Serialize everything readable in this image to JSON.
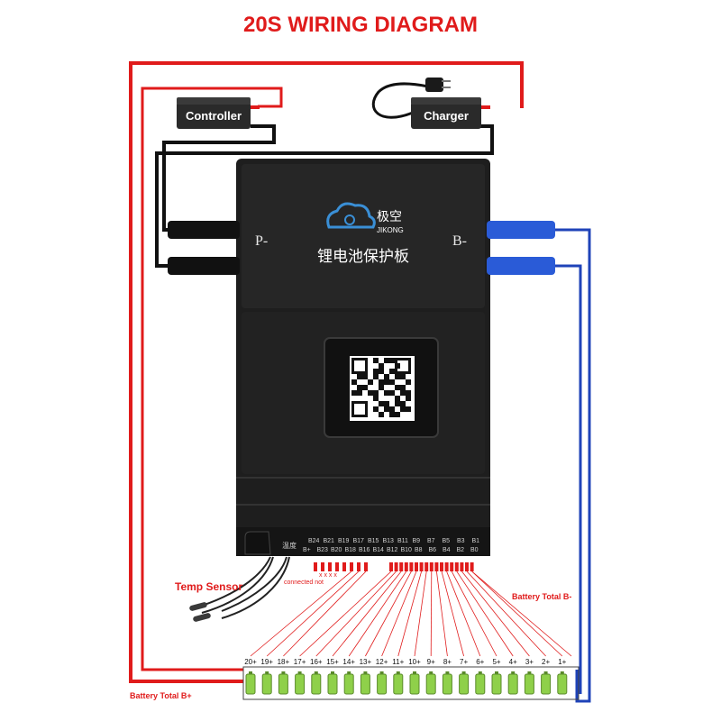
{
  "title": "20S WIRING DIAGRAM",
  "controller": {
    "label": "Controller"
  },
  "charger": {
    "label": "Charger"
  },
  "board": {
    "p_minus": "P-",
    "b_minus": "B-",
    "brand_cn": "极空",
    "brand_en": "JIKONG",
    "product_cn": "锂电池保护板",
    "temp_cn": "温度",
    "pins_top": [
      "B24",
      "B21",
      "B19",
      "B17",
      "B15",
      "B13",
      "B11",
      "B9",
      "B7",
      "B5",
      "B3",
      "B1"
    ],
    "pins_bottom": [
      "B+",
      "B23",
      "B20",
      "B18",
      "B16",
      "B14",
      "B12",
      "B10",
      "B8",
      "B6",
      "B4",
      "B2",
      "B0"
    ]
  },
  "labels": {
    "temp_sensor": "Temp Sensor",
    "connected_not": "connected not",
    "xmarks": "x x x x",
    "battery_total_bminus": "Battery Total B-",
    "battery_total_bplus": "Battery Total B+"
  },
  "cells": [
    "20+",
    "19+",
    "18+",
    "17+",
    "16+",
    "15+",
    "14+",
    "13+",
    "12+",
    "11+",
    "10+",
    "9+",
    "8+",
    "7+",
    "6+",
    "5+",
    "4+",
    "3+",
    "2+",
    "1+"
  ],
  "colors": {
    "red": "#e01b1b",
    "blue": "#1f43b8",
    "board": "#1e1e1e",
    "cell_green": "#8fd04a"
  }
}
